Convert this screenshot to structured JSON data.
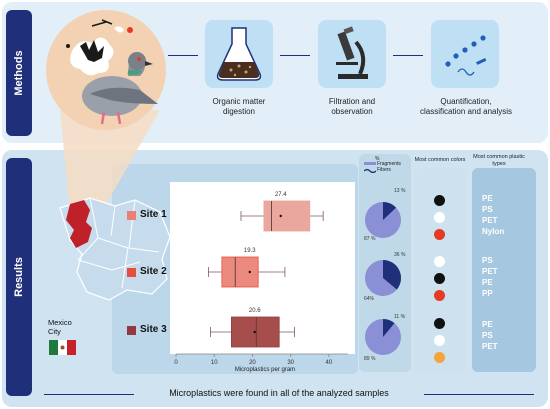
{
  "sections": {
    "methods": "Methods",
    "results": "Results"
  },
  "methods": {
    "step1": {
      "label": "Organic matter digestion",
      "icon": "flask-icon"
    },
    "step2": {
      "label": "Filtration and observation",
      "icon": "microscope-icon"
    },
    "step3": {
      "label": "Quantification, classification and analysis",
      "icon": "data-points-icon"
    }
  },
  "map": {
    "city_label": "Mexico City",
    "flag": "mexico-flag-icon"
  },
  "colors": {
    "dark_blue": "#1f2f7a",
    "light_blue": "#bfe0f4",
    "site1": "#e98072",
    "site2": "#e54f3f",
    "site3": "#93393f",
    "box_fill": "#e9a49b",
    "pie_blue": "#1f2f7a",
    "pie_lavender": "#8a8fd6"
  },
  "sites": [
    {
      "name": "Site 1",
      "mean_label": "27.4",
      "fragments_pct": "13 %",
      "fibers_pct": "87 %",
      "colors": [
        "#111111",
        "#ffffff",
        "#e53a24"
      ],
      "plastics": [
        "PE",
        "PS",
        "PET",
        "Nylon"
      ]
    },
    {
      "name": "Site 2",
      "mean_label": "19.3",
      "fragments_pct": "36 %",
      "fibers_pct": "64%",
      "colors": [
        "#ffffff",
        "#111111",
        "#e53a24"
      ],
      "plastics": [
        "PS",
        "PET",
        "PE",
        "PP"
      ]
    },
    {
      "name": "Site 3",
      "mean_label": "20.6",
      "fragments_pct": "11 %",
      "fibers_pct": "89 %",
      "colors": [
        "#111111",
        "#ffffff",
        "#f5a43a"
      ],
      "plastics": [
        "PE",
        "PS",
        "PET"
      ]
    }
  ],
  "legend": {
    "percent": "%",
    "fragments": "Fragments",
    "fibers": "Fibers"
  },
  "column_headers": {
    "colors": "Most common colors",
    "plastics": "Most common plastic types"
  },
  "footer": "Microplastics were found in all of the analyzed samples",
  "chart_data": {
    "type": "box",
    "categories": [
      "Site 1",
      "Site 2",
      "Site 3"
    ],
    "xlabel": "Microplastics per gram",
    "xlim": [
      0,
      45
    ],
    "ticks": [
      0,
      10,
      20,
      30,
      40
    ],
    "series": [
      {
        "name": "Site 1",
        "min": 17,
        "q1": 23,
        "median": 25,
        "q3": 35,
        "max": 38.5,
        "mean": 27.4
      },
      {
        "name": "Site 2",
        "min": 8.5,
        "q1": 12,
        "median": 15.5,
        "q3": 21.5,
        "max": 28.5,
        "mean": 19.3
      },
      {
        "name": "Site 3",
        "min": 9,
        "q1": 14.5,
        "median": 21,
        "q3": 27,
        "max": 31,
        "mean": 20.6
      }
    ]
  }
}
